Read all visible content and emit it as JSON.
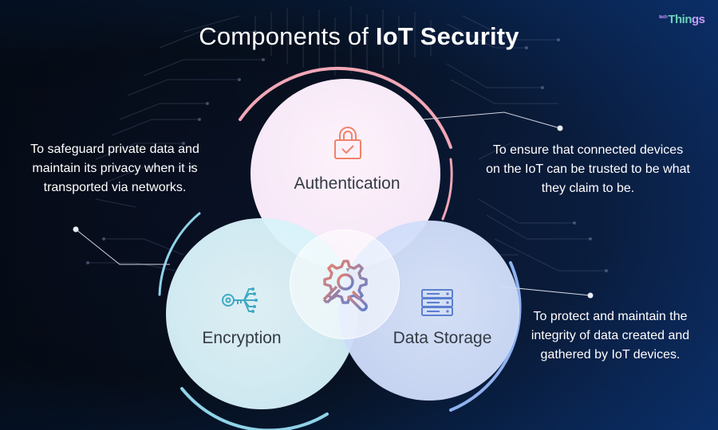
{
  "title": {
    "regular": "Components of ",
    "bold": "IoT Security"
  },
  "logo": {
    "sup": "tech",
    "text": "Thin",
    "accent": "gs"
  },
  "components": {
    "authentication": {
      "label": "Authentication",
      "icon": "padlock-icon",
      "description": "To ensure that connected devices on the IoT can be trusted to be what they claim to be."
    },
    "encryption": {
      "label": "Encryption",
      "icon": "key-circuit-icon",
      "description": "To safeguard private data and maintain its privacy when it is transported via networks."
    },
    "data_storage": {
      "label": "Data Storage",
      "icon": "server-icon",
      "description": "To protect and maintain the integrity of data created and gathered by IoT devices."
    },
    "center_icon": "gear-wrench-icon"
  },
  "colors": {
    "authentication": "#f2a7b6",
    "encryption": "#8fd3e8",
    "data_storage": "#8fb2f0",
    "icon_orange": "#f0836a",
    "icon_teal": "#3fa9c4",
    "icon_blue": "#5b7fd0"
  }
}
